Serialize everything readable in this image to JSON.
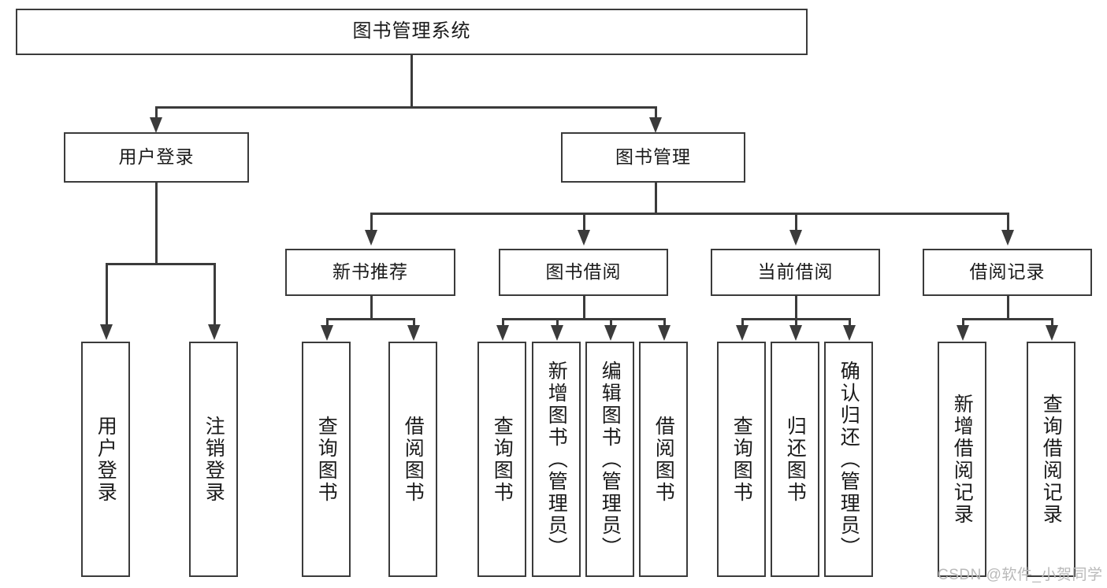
{
  "diagram": {
    "title": "图书管理系统",
    "root": {
      "label": "图书管理系统"
    },
    "level2": [
      {
        "label": "用户登录"
      },
      {
        "label": "图书管理"
      }
    ],
    "level3": [
      {
        "label": "新书推荐"
      },
      {
        "label": "图书借阅"
      },
      {
        "label": "当前借阅"
      },
      {
        "label": "借阅记录"
      }
    ],
    "leaves": {
      "user_login": [
        {
          "label": "用户登录"
        },
        {
          "label": "注销登录"
        }
      ],
      "new_book_recommend": [
        {
          "label": "查询图书"
        },
        {
          "label": "借阅图书"
        }
      ],
      "book_borrow": [
        {
          "label": "查询图书"
        },
        {
          "label": "新增图书（管理员）"
        },
        {
          "label": "编辑图书（管理员）"
        },
        {
          "label": "借阅图书"
        }
      ],
      "current_borrow": [
        {
          "label": "查询图书"
        },
        {
          "label": "归还图书"
        },
        {
          "label": "确认归还（管理员）"
        }
      ],
      "borrow_record": [
        {
          "label": "新增借阅记录"
        },
        {
          "label": "查询借阅记录"
        }
      ]
    }
  },
  "watermark": {
    "text": "CSDN @软件_小贺同学"
  },
  "colors": {
    "stroke": "#3b3b3b",
    "text": "#1a1a1a",
    "background": "#ffffff",
    "watermark": "#b9b9b9"
  }
}
